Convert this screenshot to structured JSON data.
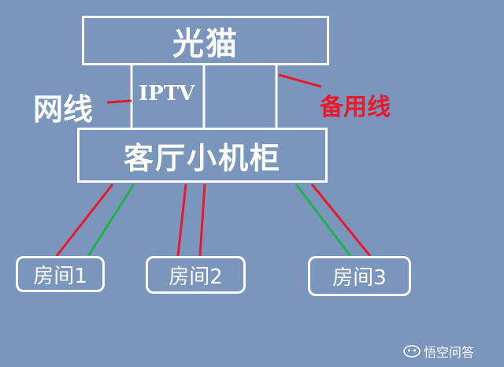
{
  "nodes": {
    "modem": "光猫",
    "cabinet": "客厅小机柜",
    "room1": "房间1",
    "room2": "房间2",
    "room3": "房间3"
  },
  "labels": {
    "iptv": "IPTV",
    "network_cable": "网线",
    "spare_cable": "备用线"
  },
  "colors": {
    "background": "#7a96bc",
    "box": "#ffffff",
    "network_line": "#e8192a",
    "spare_line": "#e8192a",
    "room_line_red": "#e8192a",
    "room_line_green": "#22b14c"
  },
  "watermark": {
    "text": "悟空问答",
    "icon": "wukong-logo-icon"
  }
}
